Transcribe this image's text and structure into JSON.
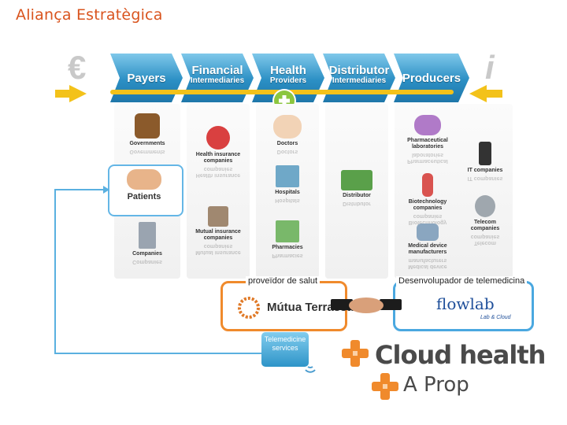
{
  "title": "Aliança Estratègica",
  "header": [
    {
      "big": "Payers",
      "small": ""
    },
    {
      "big": "Financial",
      "small": "Intermediaries"
    },
    {
      "big": "Health",
      "small": "Providers"
    },
    {
      "big": "Distributor",
      "small": "Intermediaries"
    },
    {
      "big": "Producers",
      "small": ""
    }
  ],
  "glyphs": {
    "left": "€",
    "right": "i"
  },
  "payers": [
    "Governments",
    "Patients",
    "Companies"
  ],
  "financial": [
    "Health insurance companies",
    "Mutual insurance companies"
  ],
  "providers": [
    "Doctors",
    "Hospitals",
    "Pharmacies"
  ],
  "distributor": [
    "Distributor"
  ],
  "producers": [
    "Pharmaceutical laboratories",
    "Biotechnology companies",
    "Medical device manufacturers"
  ],
  "tech": [
    "IT companies",
    "Telecom companies"
  ],
  "partners": {
    "left_label": "proveïdor de salut",
    "left_logo": "Mútua Terrassa",
    "right_label": "Desenvolupador de telemedicina",
    "right_logo": "flowlab",
    "right_tag": "Lab & Cloud"
  },
  "telemedicine": "Telemedicine services",
  "brand": {
    "cloud": "Cloud health",
    "aprop": "A Prop"
  },
  "colors": {
    "accent": "#d9541e",
    "blue": "#2b8fc4",
    "yellow": "#f3c21a",
    "orange": "#f08a2c"
  }
}
